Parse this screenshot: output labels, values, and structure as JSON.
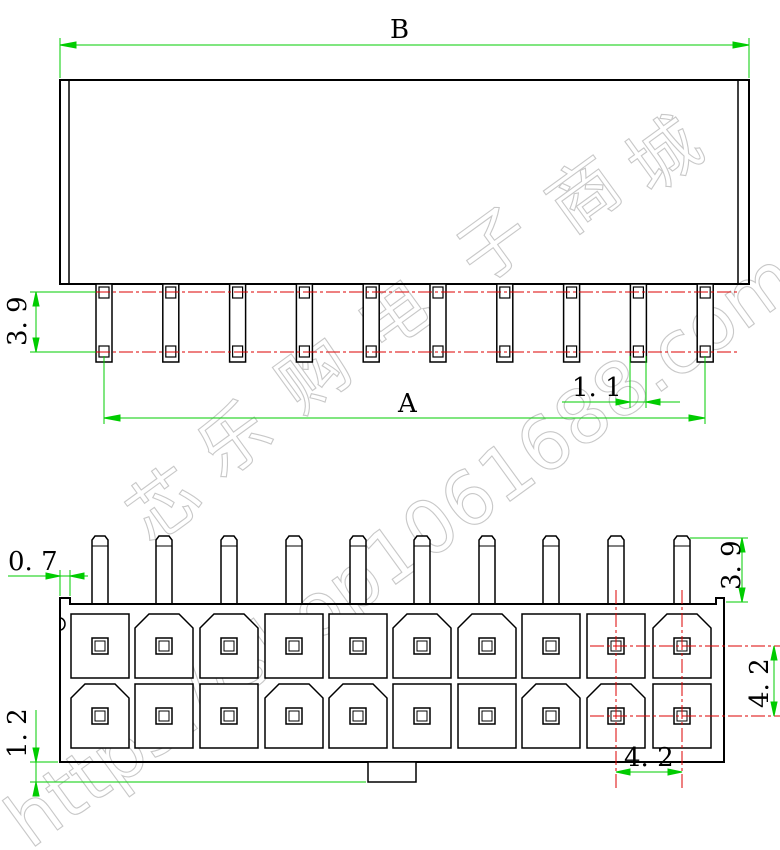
{
  "labels": {
    "width_overall": "B",
    "width_pitch_span": "A",
    "pin_row_spacing_top": "3. 9",
    "pin_width": "1. 1",
    "housing_edge": "0. 7",
    "pin_height_front": "3. 9",
    "row_pitch": "4. 2",
    "column_pitch": "4. 2",
    "housing_base": "1. 2"
  },
  "watermark": {
    "characters": [
      "芯",
      "乐",
      "购",
      "电",
      "子",
      "商",
      "城"
    ],
    "url_text": "https://shop1061688.com"
  },
  "connector": {
    "pins_per_row": 10,
    "rows": 2,
    "cavity_shapes_top": [
      "square",
      "chamfer",
      "chamfer",
      "square",
      "square",
      "chamfer",
      "chamfer",
      "square",
      "square",
      "chamfer"
    ],
    "cavity_shapes_bottom": [
      "chamfer",
      "square",
      "square",
      "chamfer",
      "chamfer",
      "square",
      "square",
      "chamfer",
      "chamfer",
      "square"
    ]
  },
  "colors": {
    "outline": "#000000",
    "dimension": "#00cc00",
    "centerline": "#dd0000",
    "watermark": "#c8c8c8"
  }
}
